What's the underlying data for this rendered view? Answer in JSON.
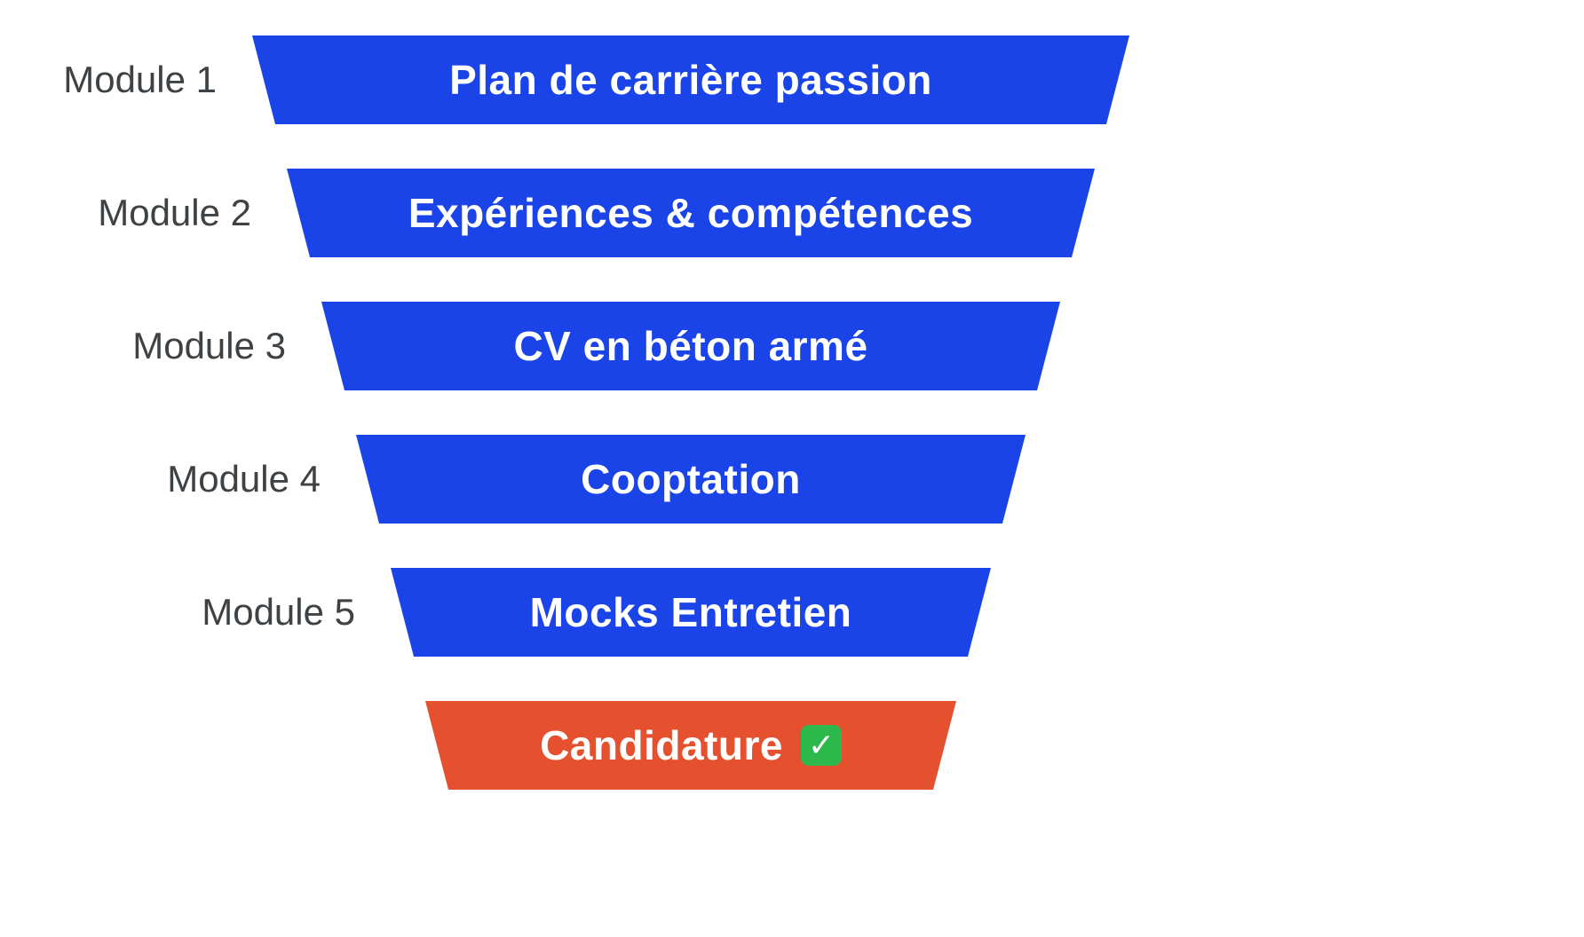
{
  "rows": [
    {
      "module": "Module 1",
      "label": "Plan de carrière passion"
    },
    {
      "module": "Module 2",
      "label": "Expériences & compétences"
    },
    {
      "module": "Module 3",
      "label": "CV en béton armé"
    },
    {
      "module": "Module 4",
      "label": "Cooptation"
    },
    {
      "module": "Module 5",
      "label": "Mocks Entretien"
    },
    {
      "label": "Candidature",
      "check": true
    }
  ],
  "icons": {
    "check": "white-heavy-check-mark",
    "check_glyph": "✓"
  },
  "colors": {
    "bar_blue": "#1a44e8",
    "bar_orange": "#e5512f",
    "bar_text": "#ffffff",
    "module_text": "#3e4245",
    "check_green": "#2db84c",
    "background": "#ffffff"
  }
}
